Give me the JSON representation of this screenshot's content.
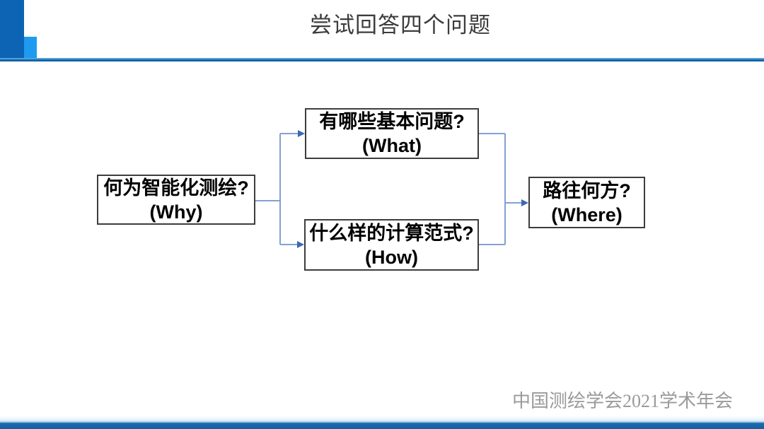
{
  "slide": {
    "title": "尝试回答四个问题",
    "footer": "中国测绘学会2021学术年会"
  },
  "diagram": {
    "type": "flowchart",
    "nodes": [
      {
        "id": "why",
        "line1": "何为智能化测绘?",
        "line2": "(Why)"
      },
      {
        "id": "what",
        "line1": "有哪些基本问题?",
        "line2": "(What)"
      },
      {
        "id": "how",
        "line1": "什么样的计算范式?",
        "line2": "(How)"
      },
      {
        "id": "where",
        "line1": "路往何方?",
        "line2": "(Where)"
      }
    ],
    "edges": [
      {
        "from": "why",
        "to": "what"
      },
      {
        "from": "why",
        "to": "how"
      },
      {
        "from": "what",
        "to": "where"
      },
      {
        "from": "how",
        "to": "where"
      }
    ]
  },
  "colors": {
    "deco_dark_blue": "#0d64b5",
    "deco_light_blue": "#1e9bf0",
    "rule_blue_dark": "#1b67ae",
    "rule_blue_light": "#4fa3dc",
    "connector_line": "#84a0d4",
    "arrowhead": "#3e68b2",
    "box_border": "#3d3d3d",
    "title_text": "#3c3c3c",
    "footer_text": "#9a9a9a",
    "box_text": "#000000"
  }
}
